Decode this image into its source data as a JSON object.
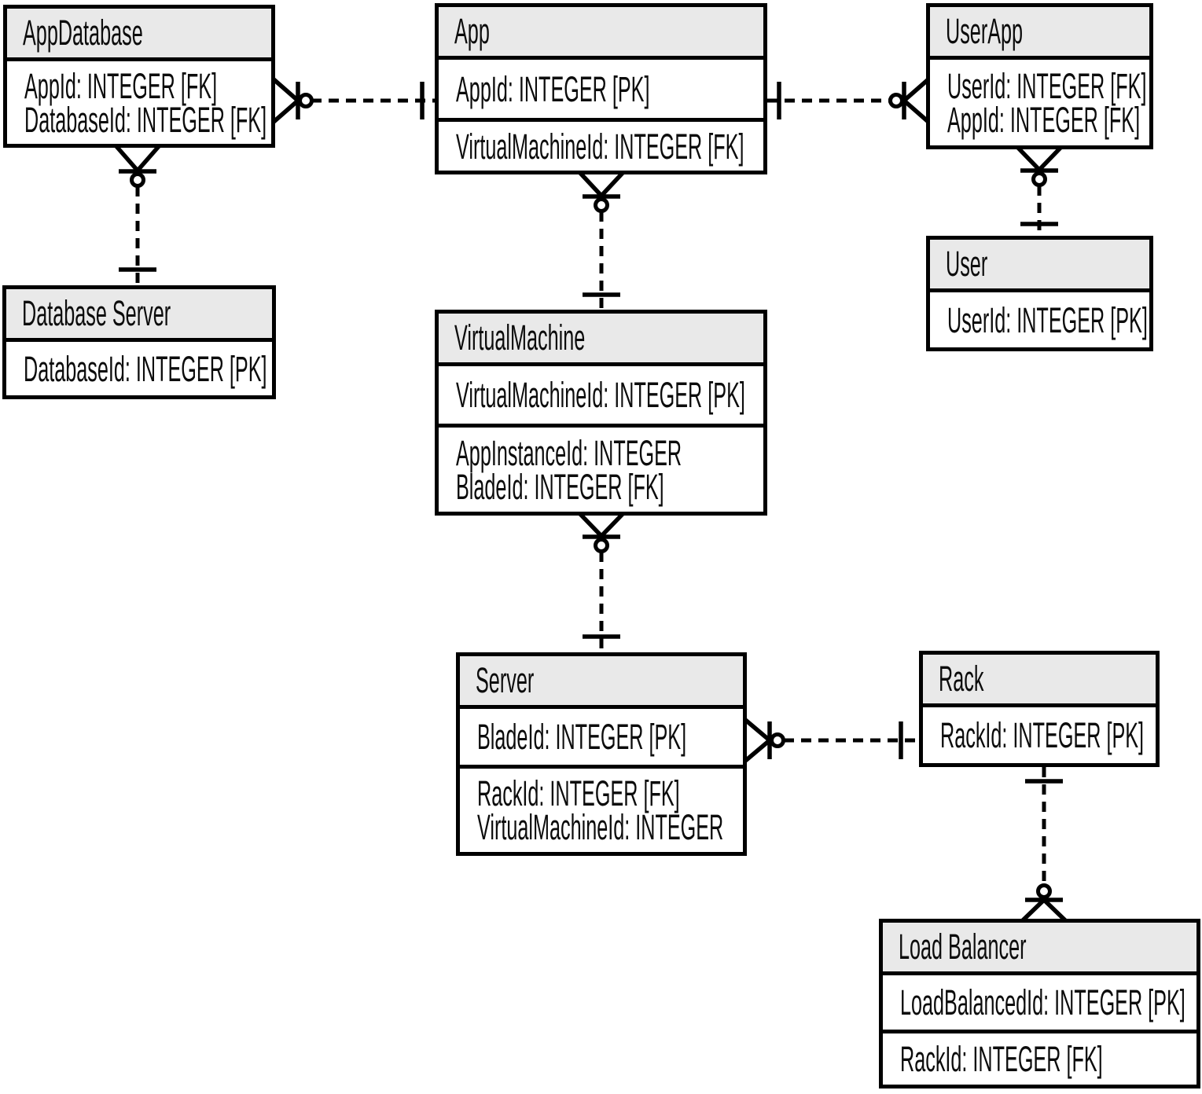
{
  "diagram_type": "entity-relationship-crows-foot",
  "colors": {
    "header_fill": "#e9e9e9",
    "body_fill": "#ffffff",
    "border": "#000000",
    "background": "#ffffff"
  },
  "entities": [
    {
      "name": "AppDatabase",
      "compartments": [
        [
          "AppId: INTEGER [FK]",
          "DatabaseId: INTEGER [FK]"
        ]
      ]
    },
    {
      "name": "App",
      "compartments": [
        [
          "AppId: INTEGER [PK]"
        ],
        [
          "VirtualMachineId: INTEGER [FK]"
        ]
      ]
    },
    {
      "name": "UserApp",
      "compartments": [
        [
          "UserId: INTEGER [FK]",
          "AppId: INTEGER [FK]"
        ]
      ]
    },
    {
      "name": "User",
      "compartments": [
        [
          "UserId: INTEGER [PK]"
        ]
      ]
    },
    {
      "name": "Database Server",
      "compartments": [
        [
          "DatabaseId: INTEGER [PK]"
        ]
      ]
    },
    {
      "name": "VirtualMachine",
      "compartments": [
        [
          "VirtualMachineId: INTEGER [PK]"
        ],
        [
          "AppInstanceId: INTEGER",
          "BladeId: INTEGER [FK]"
        ]
      ]
    },
    {
      "name": "Server",
      "compartments": [
        [
          "BladeId: INTEGER [PK]"
        ],
        [
          "RackId: INTEGER [FK]",
          "VirtualMachineId: INTEGER"
        ]
      ]
    },
    {
      "name": "Rack",
      "compartments": [
        [
          "RackId: INTEGER [PK]"
        ]
      ]
    },
    {
      "name": "Load Balancer",
      "compartments": [
        [
          "LoadBalancedId: INTEGER [PK]"
        ],
        [
          "RackId: INTEGER [FK]"
        ]
      ]
    }
  ],
  "relationships": [
    {
      "from": "AppDatabase",
      "to": "App",
      "from_end": "zero-or-many",
      "to_end": "one",
      "line": "dashed"
    },
    {
      "from": "UserApp",
      "to": "App",
      "from_end": "zero-or-many",
      "to_end": "one",
      "line": "dashed"
    },
    {
      "from": "AppDatabase",
      "to": "Database Server",
      "from_end": "zero-or-many",
      "to_end": "one",
      "line": "dashed"
    },
    {
      "from": "App",
      "to": "VirtualMachine",
      "from_end": "zero-or-many",
      "to_end": "one",
      "line": "dashed"
    },
    {
      "from": "UserApp",
      "to": "User",
      "from_end": "zero-or-many",
      "to_end": "one",
      "line": "dashed"
    },
    {
      "from": "VirtualMachine",
      "to": "Server",
      "from_end": "zero-or-many",
      "to_end": "one",
      "line": "dashed"
    },
    {
      "from": "Server",
      "to": "Rack",
      "from_end": "zero-or-many",
      "to_end": "one",
      "line": "dashed"
    },
    {
      "from": "Load Balancer",
      "to": "Rack",
      "from_end": "zero-or-many",
      "to_end": "one",
      "line": "dashed"
    }
  ]
}
